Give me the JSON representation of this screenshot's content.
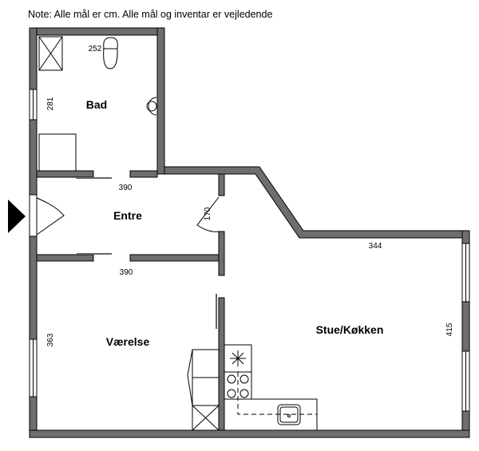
{
  "note": "Note: Alle mål er cm. Alle mål og inventar er vejledende",
  "rooms": {
    "bad": "Bad",
    "entre": "Entre",
    "vaerelse": "Værelse",
    "stue": "Stue/Køkken"
  },
  "dimensions": {
    "bad_height": "281",
    "bad_toilet": "252",
    "entre_top": "390",
    "entre_right": "170",
    "entre_bottom": "390",
    "stue_top": "344",
    "vaerelse_height": "363",
    "stue_height": "415"
  },
  "colors": {
    "wall": "#6e6e6e"
  }
}
